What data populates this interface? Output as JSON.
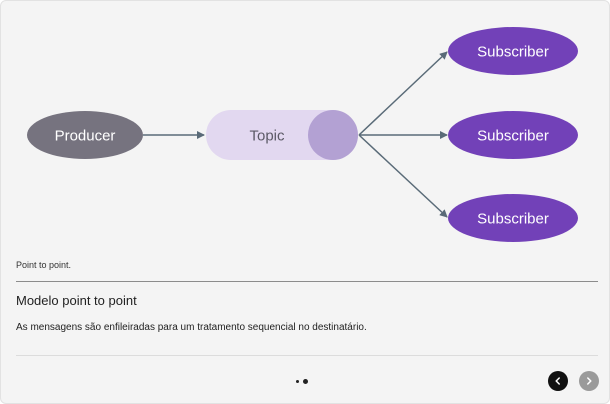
{
  "diagram": {
    "producer": {
      "label": "Producer",
      "color": "#76737f"
    },
    "topic": {
      "label": "Topic",
      "body_color": "#e2d8f0",
      "cap_color": "#b3a1d3",
      "text_color": "#5c5a66"
    },
    "subscribers": [
      {
        "label": "Subscriber"
      },
      {
        "label": "Subscriber"
      },
      {
        "label": "Subscriber"
      }
    ],
    "subscriber_color": "#7241b8",
    "arrow_color": "#5a6b78"
  },
  "caption": "Point to point.",
  "slide": {
    "title": "Modelo point to point",
    "description": "As mensagens são enfileiradas para um tratamento sequencial no destinatário."
  },
  "pagination": {
    "count": 2,
    "active_index": 1
  },
  "nav": {
    "prev_icon": "chevron-left-icon",
    "next_icon": "chevron-right-icon"
  }
}
